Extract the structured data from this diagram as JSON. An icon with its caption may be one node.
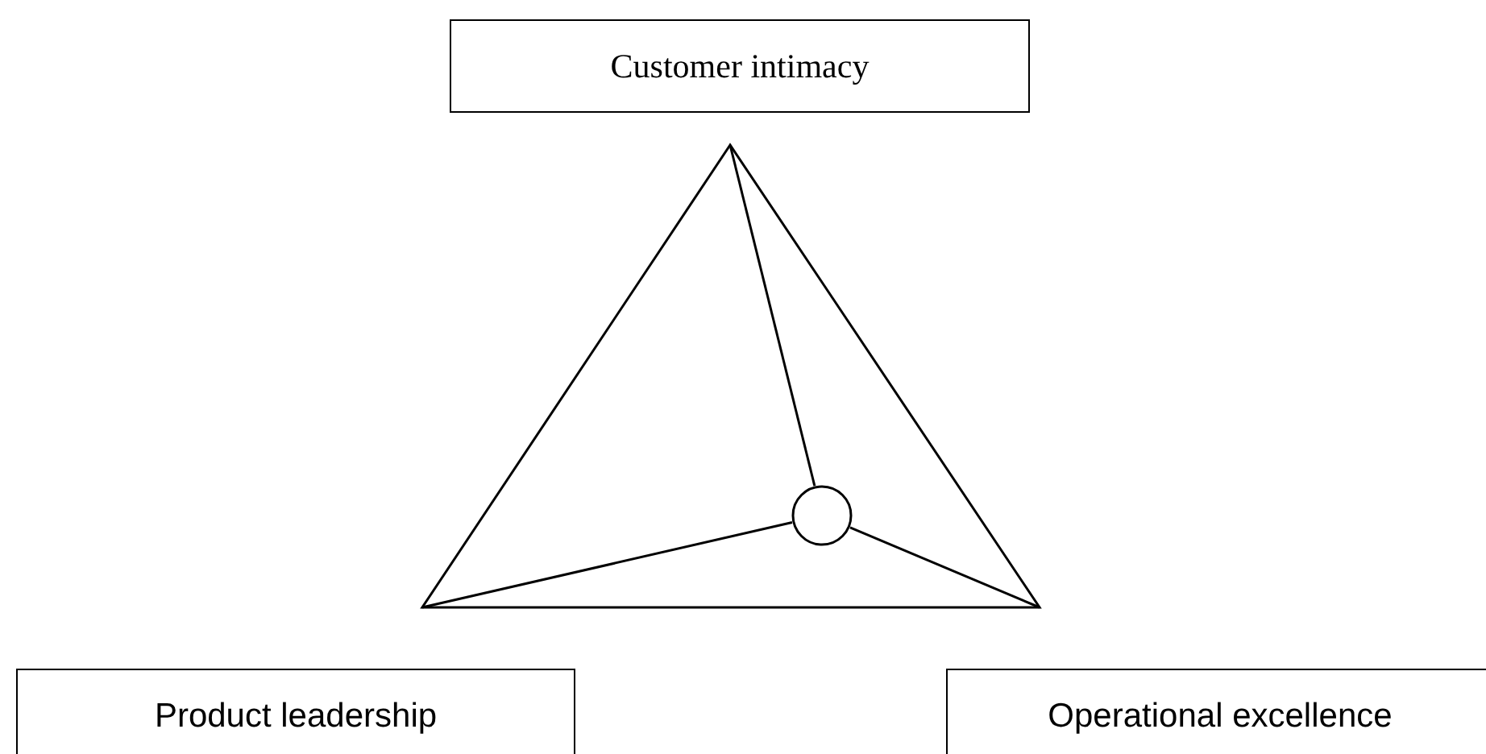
{
  "diagram": {
    "nodes": [
      {
        "text": [
          "Customer intimacy"
        ]
      },
      {
        "text": [],
        "shape": "triangle"
      },
      {
        "text": [],
        "shape": "circle",
        "in": 1
      },
      {
        "text": [
          "Product leadership"
        ]
      },
      {
        "text": [
          "Operational excellence"
        ]
      }
    ],
    "edges": [
      {
        "from": 2,
        "to": 1,
        "arrow": "none"
      },
      {
        "from": 2,
        "to": 1,
        "arrow": "none"
      },
      {
        "from": 2,
        "to": 1,
        "arrow": "none"
      }
    ]
  }
}
